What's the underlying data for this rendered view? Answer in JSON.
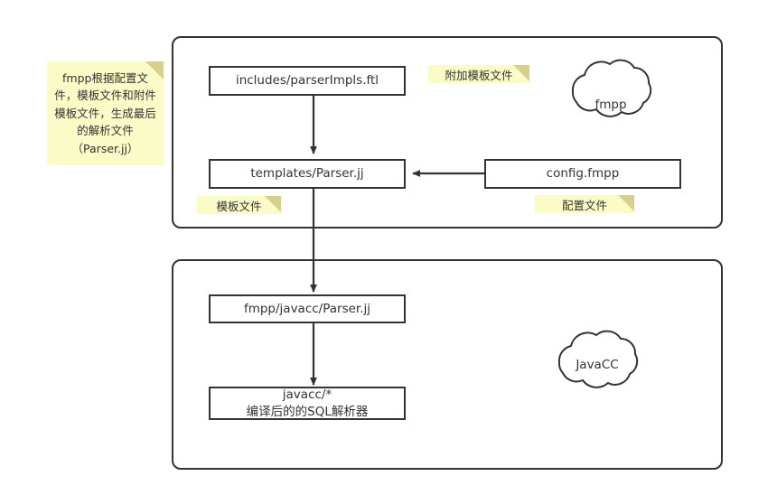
{
  "diagram": {
    "title_note": {
      "text": "fmpp根据配置文件，模板文件和附件模板文件，生成最后的解析文件（Parser.jj）",
      "lines": [
        "fmpp根据配置文",
        "件，模板文件和附",
        "件模板文件，生成",
        "最后的解析文件",
        "（ Parser.jj ）"
      ]
    },
    "groups": [
      {
        "id": "group-fmpp",
        "label": ""
      },
      {
        "id": "group-javacc",
        "label": ""
      }
    ],
    "nodes": [
      {
        "id": "includes",
        "label": "includes/parserImpls.ftl"
      },
      {
        "id": "templates",
        "label": "templates/Parser.jj"
      },
      {
        "id": "config",
        "label": "config.fmpp"
      },
      {
        "id": "generated",
        "label": "fmpp/javacc/Parser.jj"
      },
      {
        "id": "compiled",
        "line1": "javacc/*",
        "line2": "编译后的的SQL解析器"
      }
    ],
    "clouds": [
      {
        "id": "cloud-fmpp",
        "label": "fmpp"
      },
      {
        "id": "cloud-javacc",
        "label": "JavaCC"
      }
    ],
    "tags": [
      {
        "id": "tag-extra-template",
        "label": "附加模板文件"
      },
      {
        "id": "tag-template",
        "label": "模板文件"
      },
      {
        "id": "tag-config",
        "label": "配置文件"
      }
    ],
    "colors": {
      "note_fill": "#fbfbc8",
      "note_fold": "#d6d08a",
      "stroke": "#333333",
      "node_fill": "#ffffff",
      "background": "#ffffff"
    }
  }
}
